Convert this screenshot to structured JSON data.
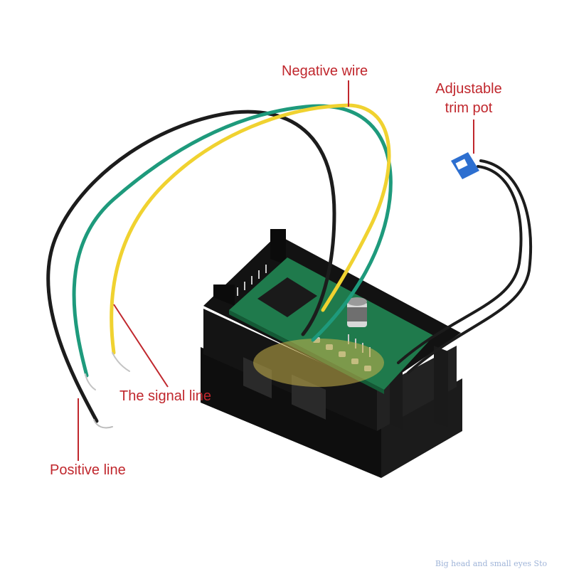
{
  "labels": {
    "negative_wire": "Negative wire",
    "trim_pot": "Adjustable\ntrim pot",
    "signal_line": "The signal line",
    "positive_line": "Positive line"
  },
  "watermark": "Big head and small eyes Sto",
  "colors": {
    "callout_text": "#c0272d",
    "wire_black": "#1c1c1c",
    "wire_green": "#1e9a7c",
    "wire_yellow": "#f0d230",
    "pcb": "#1f7a4c",
    "housing": "#161616",
    "trimpot": "#2d6fd0"
  }
}
